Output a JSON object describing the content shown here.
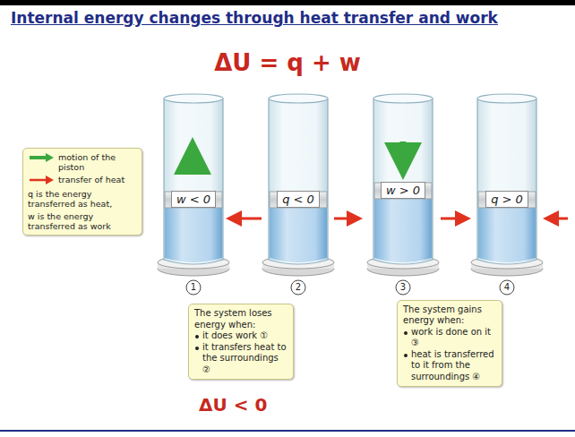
{
  "diagram": {
    "title": "Internal energy changes through heat transfer and work",
    "nodes": [
      {
        "text": [
          "w < 0"
        ]
      },
      {
        "text": [
          "q < 0"
        ]
      },
      {
        "text": [
          "w > 0"
        ]
      },
      {
        "text": [
          "q > 0"
        ]
      },
      {
        "text": [
          "The system loses energy when:",
          "it does work ①",
          "it transfers heat to the surroundings ②"
        ]
      },
      {
        "text": [
          "The system gains energy when:",
          "work is done on it ③",
          "heat is transferred to it from the surroundings ④"
        ]
      }
    ],
    "edges": [],
    "labels": [
      "ΔU = q + w",
      "q is the energy transferred as heat,",
      "w is the energy transferred as work",
      "1",
      "2",
      "3",
      "4",
      "ΔU < 0"
    ],
    "legend": [
      {
        "text": "motion of the piston"
      },
      {
        "text": "transfer of heat"
      }
    ]
  }
}
